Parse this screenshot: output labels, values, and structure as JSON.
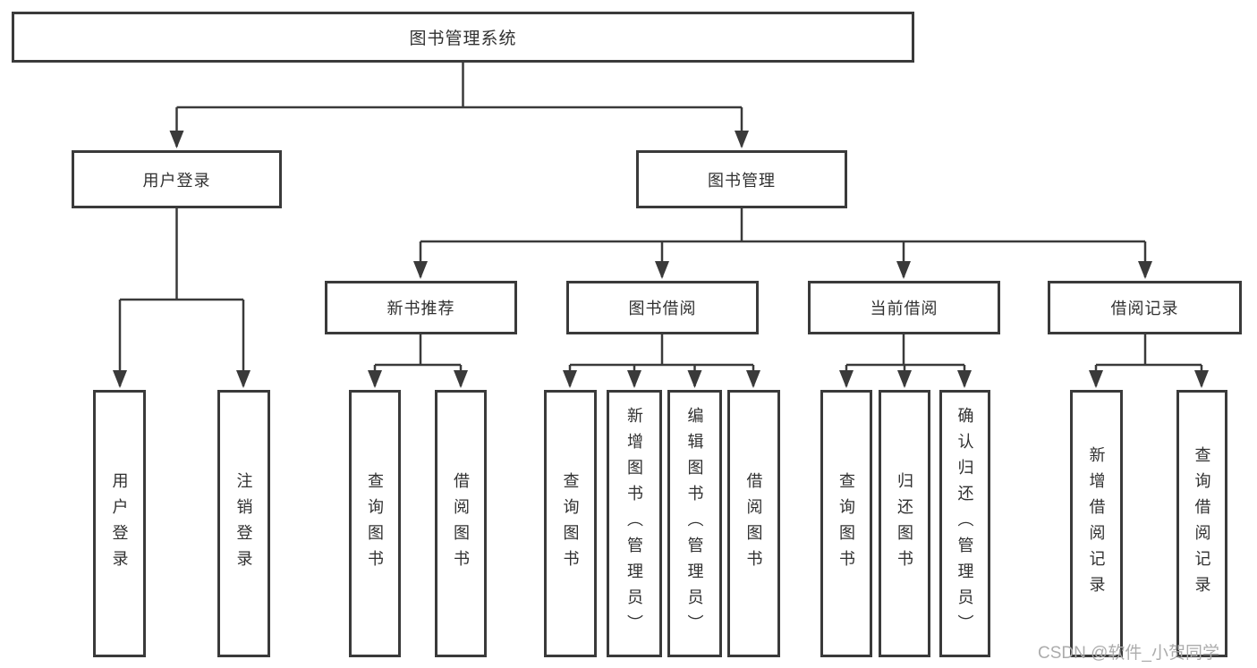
{
  "diagram_type": "hierarchy-tree",
  "colors": {
    "background": "#ffffff",
    "box_border": "#3a3a3a",
    "connector": "#3a3a3a",
    "text": "#303030",
    "watermark_text": "#acacac"
  },
  "tree": {
    "root": "图书管理系统",
    "branches": [
      {
        "label": "用户登录",
        "children": [
          "用户登录",
          "注销登录"
        ]
      },
      {
        "label": "图书管理",
        "sections": [
          {
            "label": "新书推荐",
            "children": [
              "查询图书",
              "借阅图书"
            ]
          },
          {
            "label": "图书借阅",
            "children": [
              "查询图书",
              "新增图书（管理员）",
              "编辑图书（管理员）",
              "借阅图书"
            ]
          },
          {
            "label": "当前借阅",
            "children": [
              "查询图书",
              "归还图书",
              "确认归还（管理员）"
            ]
          },
          {
            "label": "借阅记录",
            "children": [
              "新增借阅记录",
              "查询借阅记录"
            ]
          }
        ]
      }
    ]
  },
  "watermark": "CSDN @软件_小贺同学"
}
